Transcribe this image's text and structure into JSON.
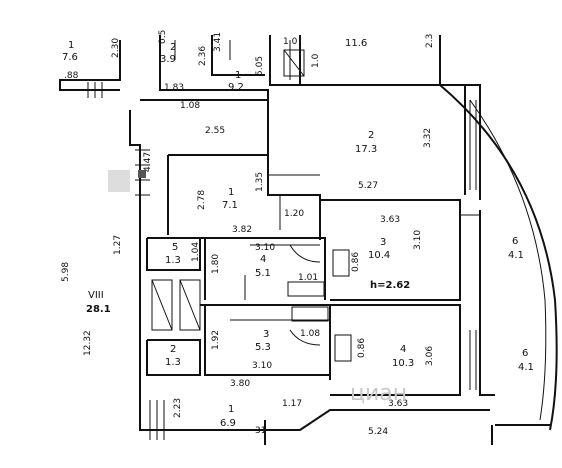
{
  "rooms": [
    {
      "num": "1",
      "area": "7.6"
    },
    {
      "num": "2",
      "area": "3.9"
    },
    {
      "num": "1",
      "area": "9.2"
    },
    {
      "num": "",
      "area": "11.6"
    },
    {
      "num": "2",
      "area": "17.3"
    },
    {
      "num": "1",
      "area": "7.1"
    },
    {
      "num": "3",
      "area": "10.4"
    },
    {
      "num": "6",
      "area": "4.1"
    },
    {
      "num": "5",
      "area": "1.3"
    },
    {
      "num": "4",
      "area": "5.1"
    },
    {
      "num": "VIII",
      "area": "28.1"
    },
    {
      "num": "3",
      "area": "5.3"
    },
    {
      "num": "2",
      "area": "1.3"
    },
    {
      "num": "4",
      "area": "10.3"
    },
    {
      "num": "6",
      "area": "4.1"
    },
    {
      "num": "1",
      "area": "6.9"
    }
  ],
  "dimensions": [
    "2.30",
    "0.5",
    "2.36",
    "3.41",
    "5.05",
    "1.0",
    "1.0",
    "2.3",
    ".88",
    "1.83",
    "1.08",
    "2.55",
    "3.32",
    "4.47",
    "1.35",
    "5.27",
    "2.78",
    "3.82",
    "1.20",
    "3.63",
    "3.10",
    "1.27",
    "3.10",
    "1.04",
    "1.80",
    "0.86",
    "1.01",
    "5.98",
    "1.92",
    "1.08",
    "0.86",
    "3.06",
    "3.10",
    "3.80",
    "3.63",
    "1.17",
    "2.23",
    "12.32",
    "5.24",
    "31"
  ],
  "height_label": "h=2.62",
  "watermark": "циан"
}
